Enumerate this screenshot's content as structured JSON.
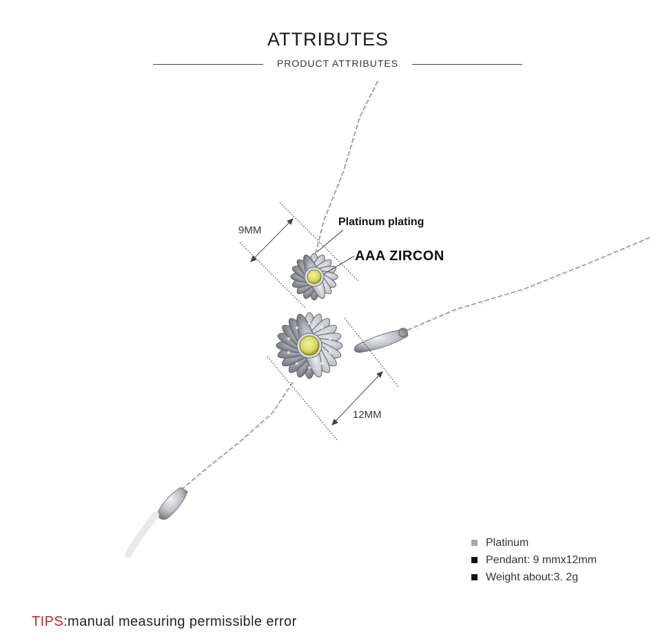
{
  "header": {
    "title": "ATTRIBUTES",
    "subtitle": "PRODUCT ATTRIBUTES"
  },
  "annotations": {
    "top_width": "9MM",
    "bottom_width": "12MM",
    "plating_label": "Platinum plating",
    "stone_label": "AAA ZIRCON"
  },
  "specs": [
    {
      "text": "Platinum",
      "marker_color": "#a8a8a8"
    },
    {
      "text": "Pendant: 9 mmx12mm",
      "marker_color": "#111111"
    },
    {
      "text": "Weight about:3. 2g",
      "marker_color": "#111111"
    }
  ],
  "tips": {
    "key": "TIPS",
    "text": ":manual measuring permissible error",
    "key_color": "#c0282d"
  },
  "product": {
    "metal_color": "#b9bcc2",
    "stone_color": "#d8d65a"
  }
}
